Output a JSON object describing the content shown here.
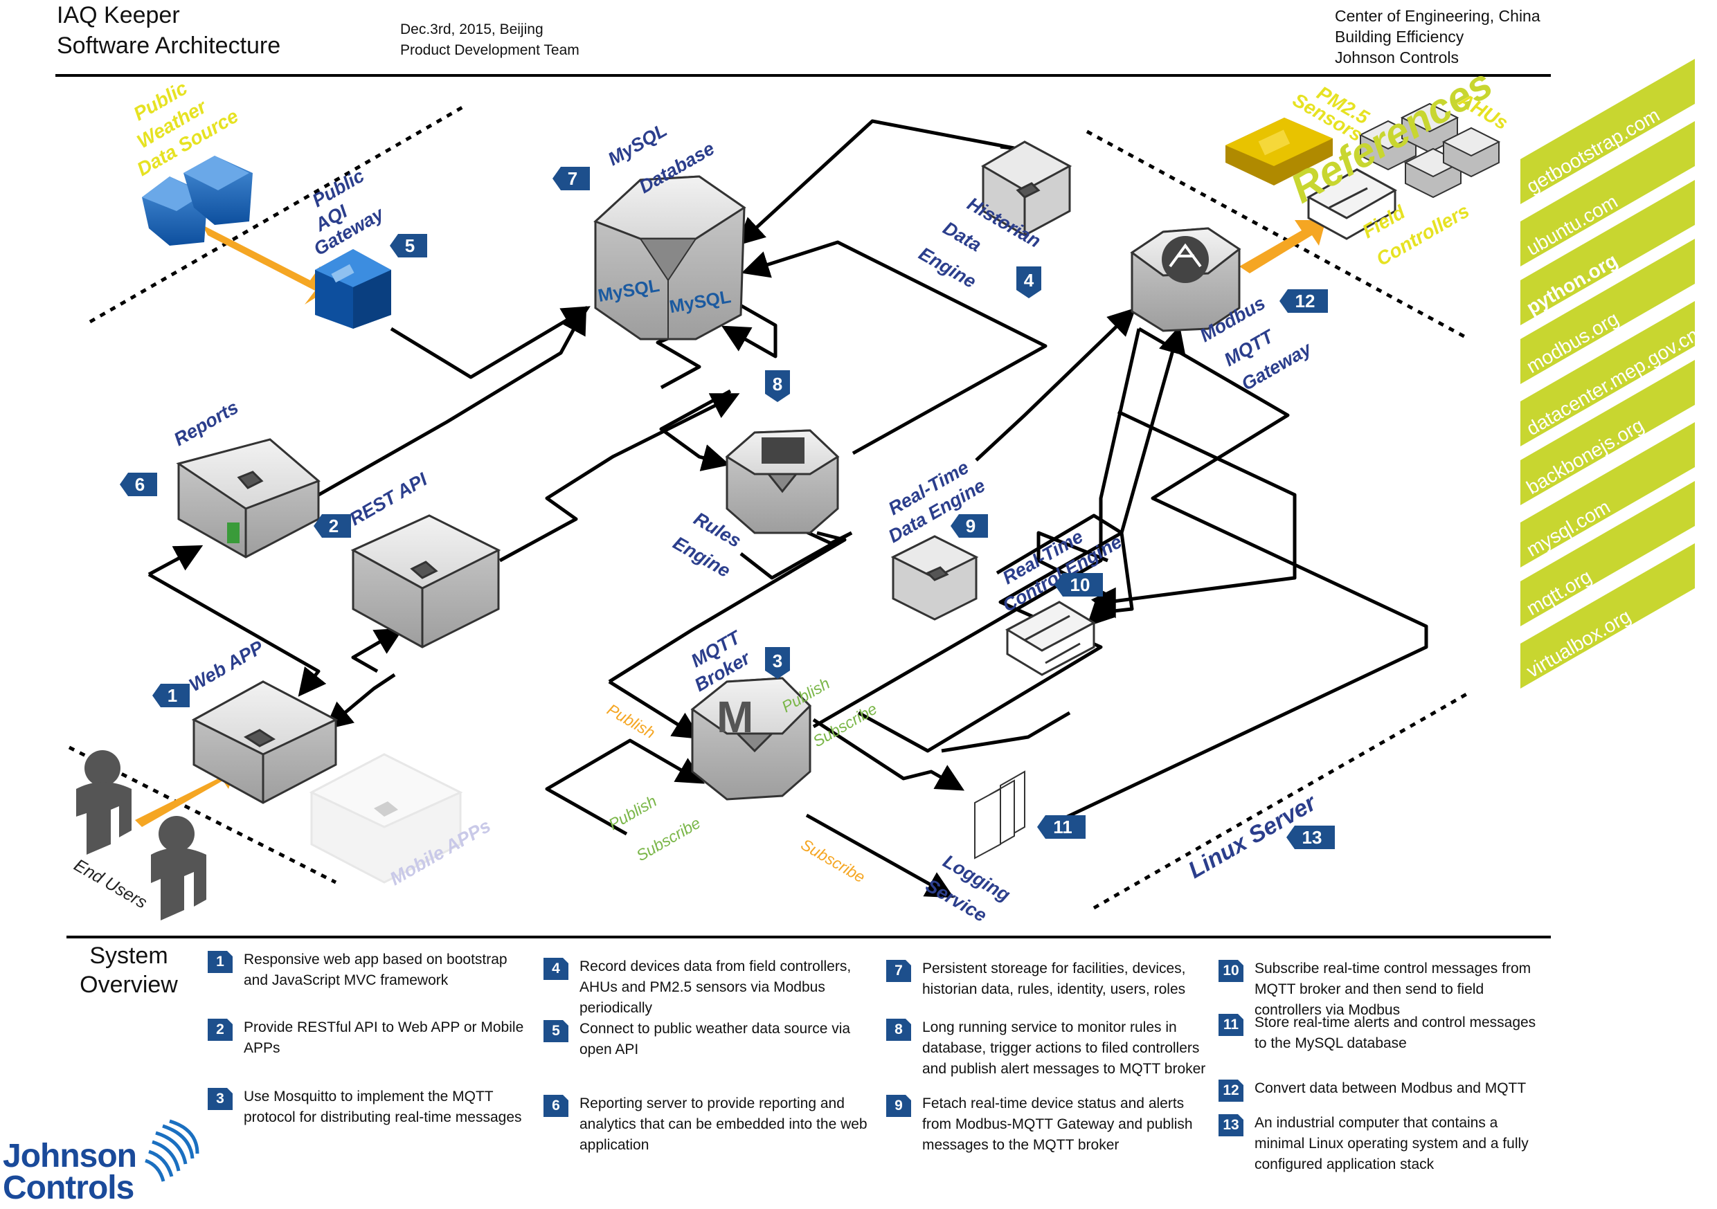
{
  "header": {
    "title_line1": "IAQ Keeper",
    "title_line2": "Software Architecture",
    "date_line": "Dec.3rd, 2015, Beijing",
    "team_line": "Product Development Team",
    "org_line1": "Center of Engineering, China",
    "org_line2": "Building Efficiency",
    "org_line3": "Johnson Controls"
  },
  "components": {
    "web_app": "Web APP",
    "rest_api": "REST API",
    "mqtt_broker_1": "MQTT",
    "mqtt_broker_2": "Broker",
    "historian_1": "Historian",
    "historian_2": "Data",
    "historian_3": "Engine",
    "public_aqi_1": "Public",
    "public_aqi_2": "AQI",
    "public_aqi_3": "Gateway",
    "reports": "Reports",
    "mysql_1": "MySQL",
    "mysql_2": "Database",
    "rules_1": "Rules",
    "rules_2": "Engine",
    "rt_data_1": "Real-Time",
    "rt_data_2": "Data Engine",
    "rt_control_1": "Real-Time",
    "rt_control_2": "Control Engine",
    "logging_1": "Logging",
    "logging_2": "Service",
    "modbus_1": "Modbus",
    "modbus_2": "MQTT",
    "modbus_3": "Gateway",
    "linux_server": "Linux Server",
    "public_weather_1": "Public",
    "public_weather_2": "Weather",
    "public_weather_3": "Data Source",
    "pm25_1": "PM2.5",
    "pm25_2": "Sensors",
    "ahus": "AHUs",
    "field_1": "Field",
    "field_2": "Controllers",
    "mobile_apps": "Mobile APPs",
    "end_users": "End Users",
    "mysql_logo": "MySQL"
  },
  "flow_labels": {
    "publish_rules": "Publish",
    "publish_rt": "Publish",
    "subscribe_rt": "Subscribe",
    "publish_web": "Publish",
    "subscribe_web": "Subscribe",
    "subscribe_log": "Subscribe"
  },
  "badges": [
    "1",
    "2",
    "3",
    "4",
    "5",
    "6",
    "7",
    "8",
    "9",
    "10",
    "11",
    "12",
    "13"
  ],
  "references": {
    "title": "References",
    "links": [
      "getbootstrap.com",
      "ubuntu.com",
      "python.org",
      "modbus.org",
      "datacenter.mep.gov.cn",
      "backbonejs.org",
      "mysql.com",
      "mqtt.org",
      "virtualbox.org"
    ]
  },
  "overview": {
    "title_line1": "System",
    "title_line2": "Overview",
    "items": [
      {
        "num": "1",
        "text": "Responsive web app based on bootstrap and JavaScript MVC framework"
      },
      {
        "num": "2",
        "text": "Provide RESTful API to Web APP or Mobile APPs"
      },
      {
        "num": "3",
        "text": "Use Mosquitto to implement the MQTT protocol for distributing real-time messages"
      },
      {
        "num": "4",
        "text": "Record devices data from field controllers, AHUs and PM2.5 sensors via Modbus periodically"
      },
      {
        "num": "5",
        "text": "Connect to public weather data source via open API"
      },
      {
        "num": "6",
        "text": "Reporting server to provide reporting and analytics that can be embedded into the web application"
      },
      {
        "num": "7",
        "text": "Persistent storeage for facilities, devices, historian data, rules, identity, users, roles"
      },
      {
        "num": "8",
        "text": "Long running service to monitor rules in database, trigger actions to filed controllers and publish alert messages to MQTT broker"
      },
      {
        "num": "9",
        "text": "Fetach real-time device status and alerts from Modbus-MQTT Gateway and publish messages to the MQTT broker"
      },
      {
        "num": "10",
        "text": "Subscribe real-time control messages from MQTT broker and then send to field controllers via Modbus"
      },
      {
        "num": "11",
        "text": "Store real-time alerts and control messages to the MySQL database"
      },
      {
        "num": "12",
        "text": "Convert data between Modbus and MQTT"
      },
      {
        "num": "13",
        "text": "An industrial computer that contains a minimal Linux operating system and a fully configured application stack"
      }
    ]
  },
  "logo": {
    "line1": "Johnson",
    "line2": "Controls"
  },
  "colors": {
    "badge": "#1d4f8c",
    "label": "#2b3e8c",
    "orange": "#f5a623",
    "lime": "#c8d630",
    "publish_orange": "#f5a623",
    "subscribe_green": "#7ab648"
  }
}
